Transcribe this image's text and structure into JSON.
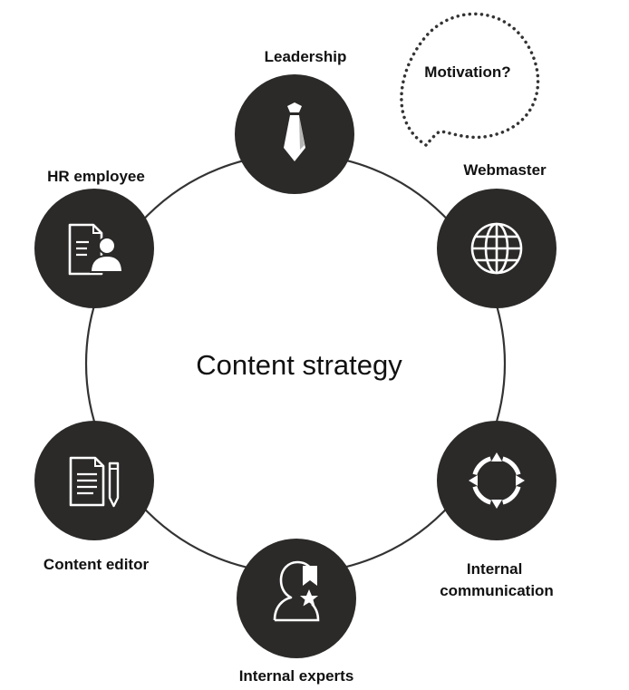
{
  "center": {
    "label": "Content strategy"
  },
  "callout": {
    "label": "Motivation?"
  },
  "colors": {
    "node_fill": "#2b2a29",
    "ring": "#333333",
    "icon": "#ffffff",
    "text": "#111111"
  },
  "nodes": [
    {
      "id": "leadership",
      "label": "Leadership",
      "icon": "tie-icon"
    },
    {
      "id": "webmaster",
      "label": "Webmaster",
      "icon": "globe-icon"
    },
    {
      "id": "internal-communication",
      "label_lines": [
        "Internal",
        "communication"
      ],
      "icon": "cycle-arrows-icon"
    },
    {
      "id": "internal-experts",
      "label": "Internal experts",
      "icon": "expert-badge-icon"
    },
    {
      "id": "content-editor",
      "label": "Content editor",
      "icon": "document-pencil-icon"
    },
    {
      "id": "hr-employee",
      "label": "HR employee",
      "icon": "profile-document-icon"
    }
  ]
}
